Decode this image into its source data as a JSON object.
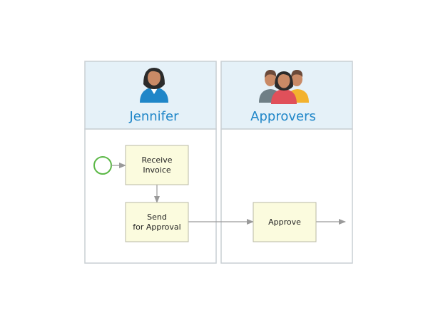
{
  "lanes": [
    {
      "id": "lane-jennifer",
      "title": "Jennifer",
      "icon": "person-icon"
    },
    {
      "id": "lane-approvers",
      "title": "Approvers",
      "icon": "group-icon"
    }
  ],
  "tasks": [
    {
      "id": "task-receive-invoice",
      "lines": [
        "Receive",
        "Invoice"
      ]
    },
    {
      "id": "task-send-for-approval",
      "lines": [
        "Send",
        "for Approval"
      ]
    },
    {
      "id": "task-approve",
      "lines": [
        "Approve"
      ]
    }
  ],
  "events": [
    {
      "id": "start-event",
      "type": "start"
    }
  ],
  "colors": {
    "lane_header_bg": "#e5f1f8",
    "lane_border": "#c9cfd4",
    "lane_title": "#1f86c8",
    "task_fill": "#fbfbde",
    "task_stroke": "#b8b8a4",
    "start_event_stroke": "#5cb847",
    "arrow": "#9a9a9a",
    "person_hair": "#2b2b2b",
    "person_skin": "#c98a66",
    "person_shirt": "#1f86c8",
    "group_left_shirt": "#6f7f86",
    "group_center_shirt": "#e0505a",
    "group_right_shirt": "#f3b22e"
  }
}
